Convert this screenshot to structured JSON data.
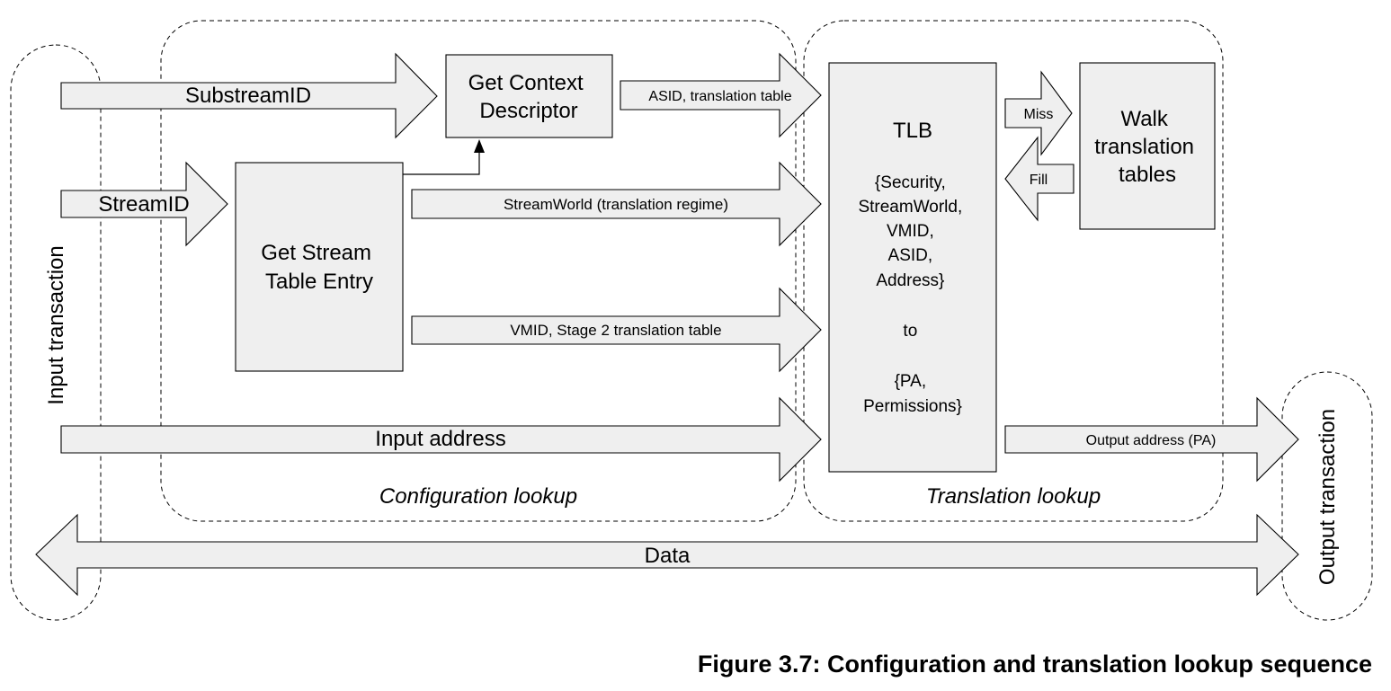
{
  "regions": {
    "input_transaction": "Input transaction",
    "output_transaction": "Output transaction",
    "configuration_lookup": "Configuration lookup",
    "translation_lookup": "Translation lookup"
  },
  "boxes": {
    "get_context_descriptor": [
      "Get Context",
      "Descriptor"
    ],
    "get_stream_table_entry": [
      "Get Stream",
      "Table Entry"
    ],
    "walk_translation_tables": [
      "Walk",
      "translation",
      "tables"
    ],
    "tlb": [
      "TLB",
      "",
      "{Security,",
      "StreamWorld,",
      "VMID,",
      "ASID,",
      "Address}",
      "",
      "to",
      "",
      "{PA,",
      "Permissions}"
    ]
  },
  "arrows": {
    "substream_id": "SubstreamID",
    "stream_id": "StreamID",
    "asid_translation_table": "ASID, translation table",
    "stream_world": "StreamWorld (translation regime)",
    "vmid_stage2": "VMID, Stage 2 translation table",
    "input_address": "Input address",
    "output_address": "Output address (PA)",
    "miss": "Miss",
    "fill": "Fill",
    "data": "Data"
  },
  "caption": "Figure 3.7: Configuration and translation lookup sequence"
}
